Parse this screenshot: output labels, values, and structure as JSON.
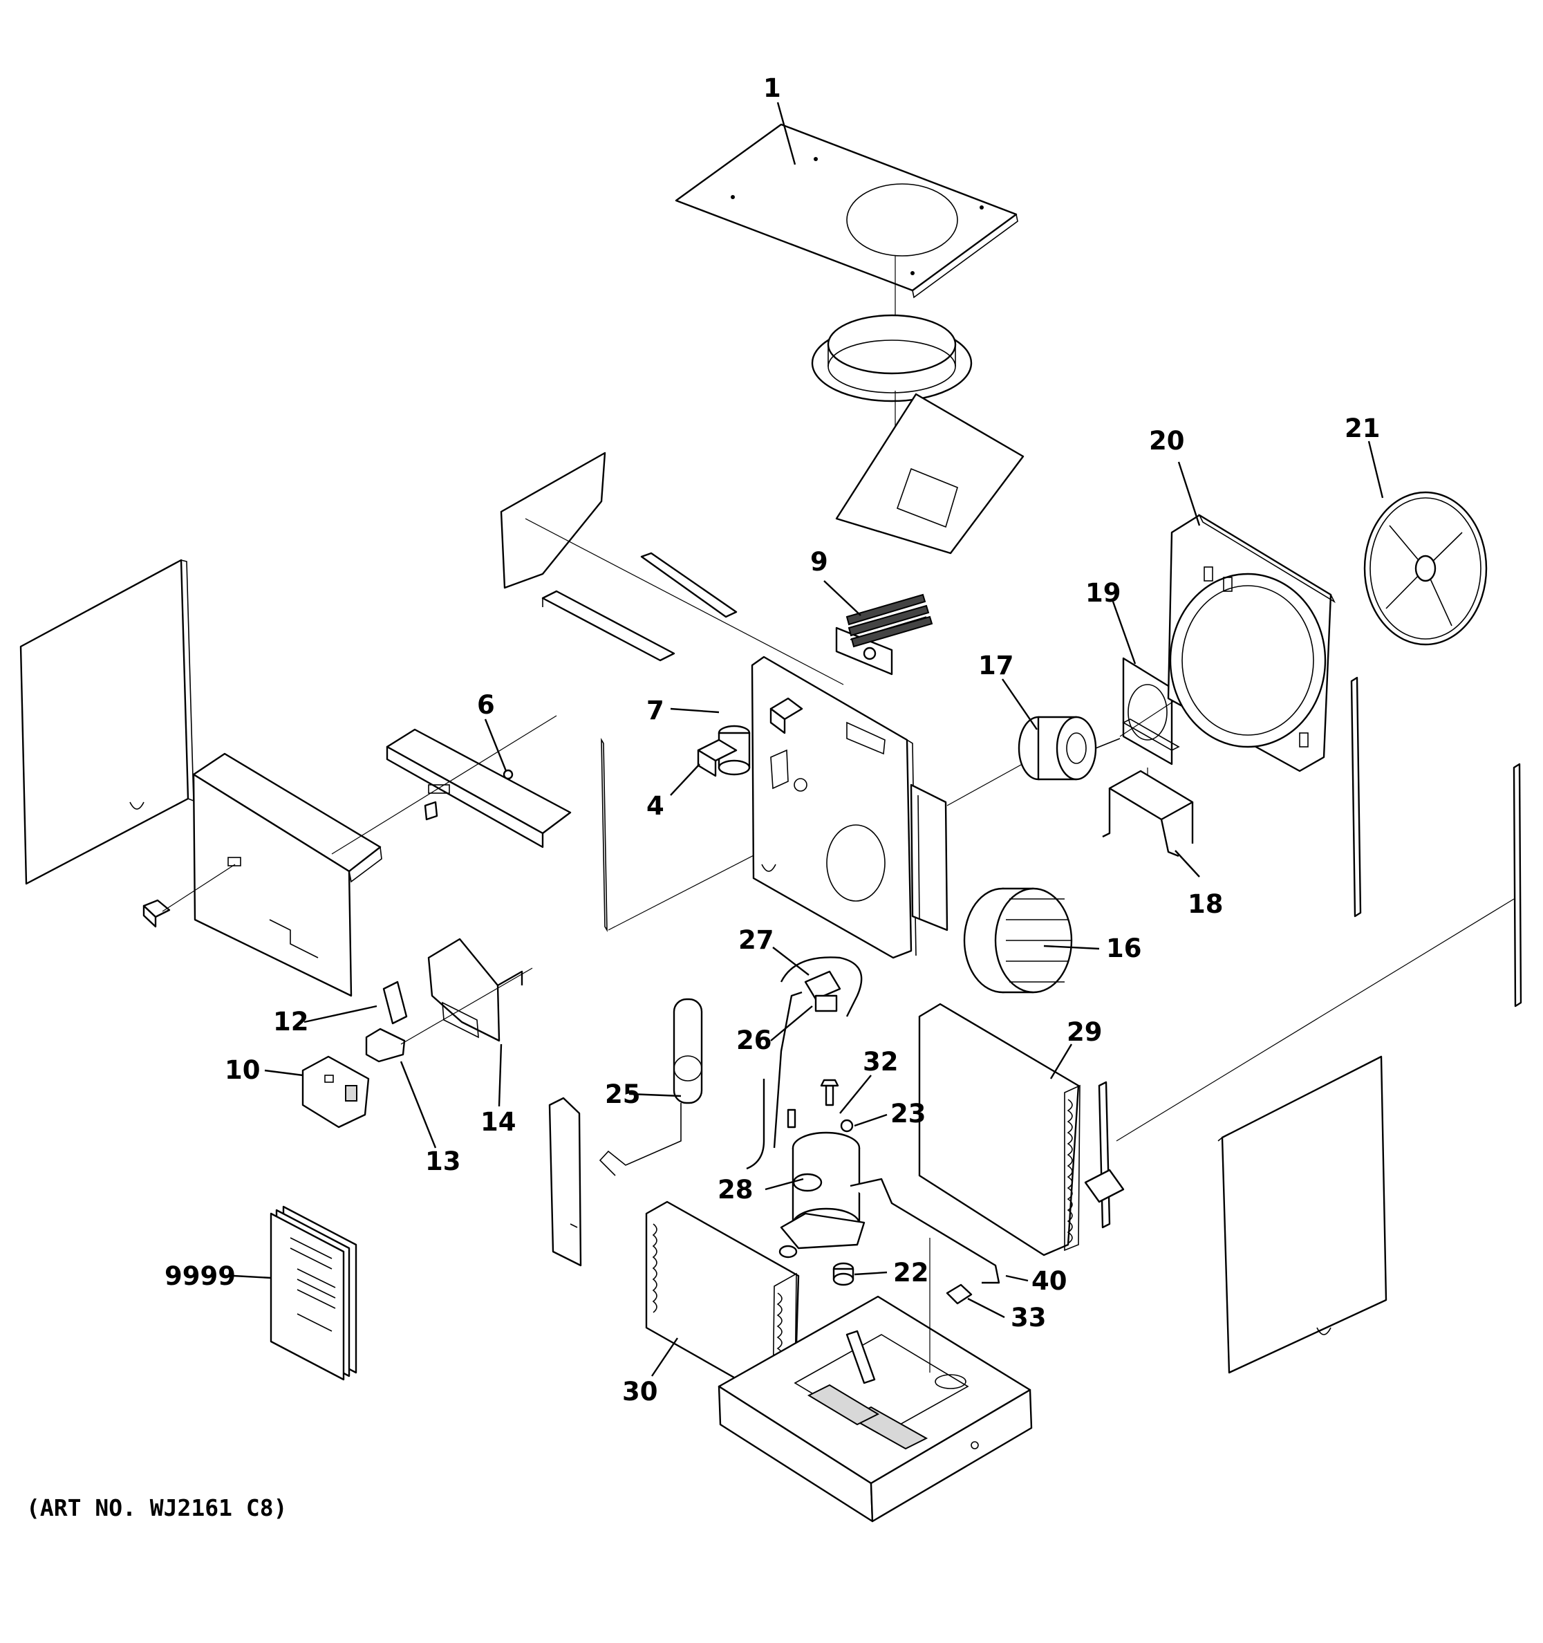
{
  "art_number": "(ART NO. WJ2161 C8)",
  "callouts": {
    "c1": "1",
    "c4": "4",
    "c6": "6",
    "c7": "7",
    "c9": "9",
    "c10": "10",
    "c12": "12",
    "c13": "13",
    "c14": "14",
    "c16": "16",
    "c17": "17",
    "c18": "18",
    "c19": "19",
    "c20": "20",
    "c21": "21",
    "c22": "22",
    "c23": "23",
    "c25": "25",
    "c26": "26",
    "c27": "27",
    "c28": "28",
    "c29": "29",
    "c30": "30",
    "c32": "32",
    "c33": "33",
    "c40": "40",
    "c9999": "9999"
  }
}
